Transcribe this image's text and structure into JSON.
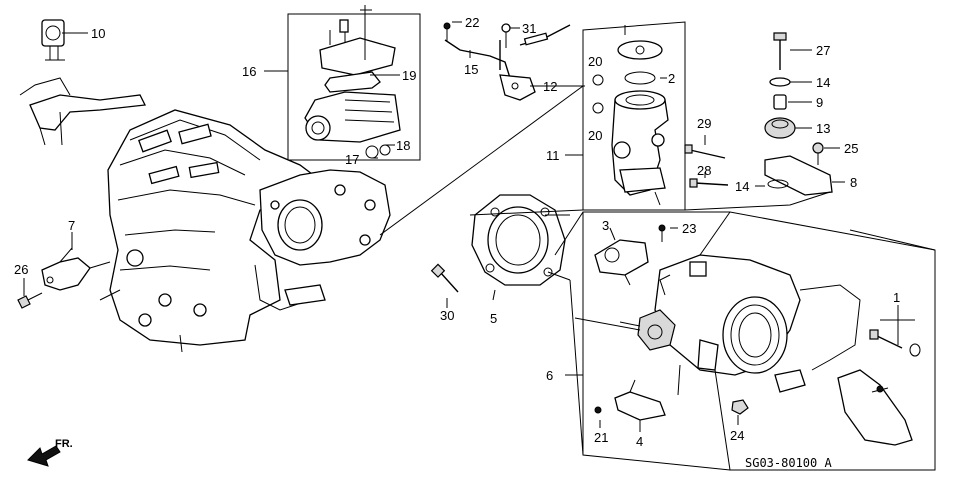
{
  "diagram": {
    "code": "SG03-80100 A",
    "direction_label": "FR.",
    "callouts": [
      "1",
      "2",
      "3",
      "4",
      "5",
      "6",
      "7",
      "8",
      "9",
      "10",
      "11",
      "12",
      "13",
      "14",
      "14",
      "15",
      "16",
      "17",
      "18",
      "19",
      "20",
      "20",
      "21",
      "22",
      "23",
      "24",
      "25",
      "26",
      "27",
      "28",
      "29",
      "30",
      "31"
    ]
  },
  "colors": {
    "ink": "#000000",
    "paper": "#ffffff",
    "shade": "#d9d9d9"
  }
}
